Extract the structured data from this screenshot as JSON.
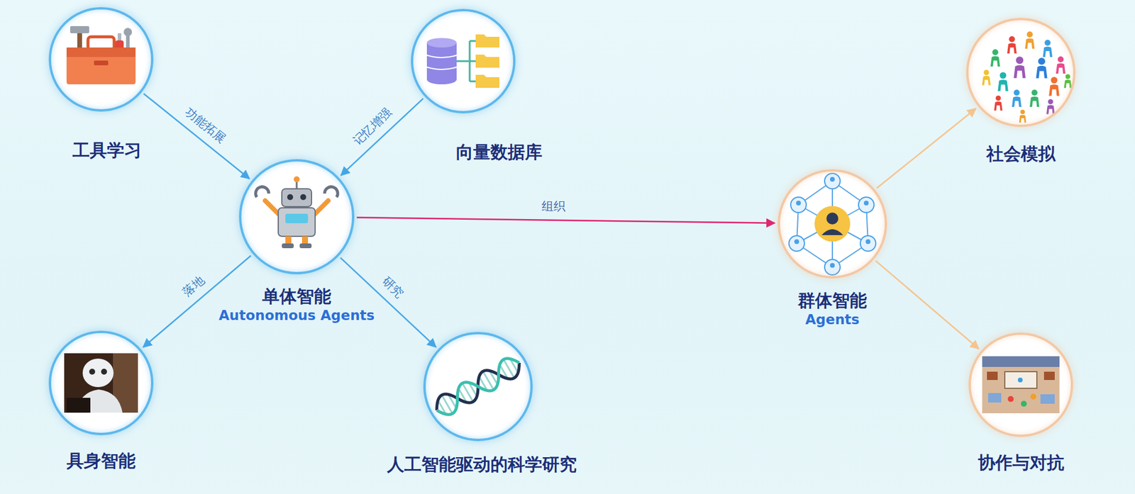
{
  "diagram": {
    "nodes": [
      {
        "text": [
          "工具学习"
        ]
      },
      {
        "text": [
          "向量数据库"
        ]
      },
      {
        "text": [
          "社会模拟"
        ]
      },
      {
        "text": [
          "单体智能",
          "Autonomous Agents"
        ]
      },
      {
        "text": [
          "群体智能",
          "Agents"
        ]
      },
      {
        "text": [
          "具身智能"
        ]
      },
      {
        "text": [
          "人工智能驱动的科学研究"
        ]
      },
      {
        "text": [
          "协作与对抗"
        ]
      }
    ],
    "edges": [
      {
        "from": 0,
        "to": 3,
        "label": "功能拓展",
        "arrow": "to"
      },
      {
        "from": 1,
        "to": 3,
        "label": "记忆增强",
        "arrow": "to"
      },
      {
        "from": 3,
        "to": 4,
        "label": "组织",
        "arrow": "to"
      },
      {
        "from": 3,
        "to": 5,
        "label": "落地",
        "arrow": "to"
      },
      {
        "from": 3,
        "to": 6,
        "label": "研究",
        "arrow": "to"
      },
      {
        "from": 4,
        "to": 2,
        "arrow": "to"
      },
      {
        "from": 4,
        "to": 7,
        "arrow": "to"
      }
    ]
  }
}
